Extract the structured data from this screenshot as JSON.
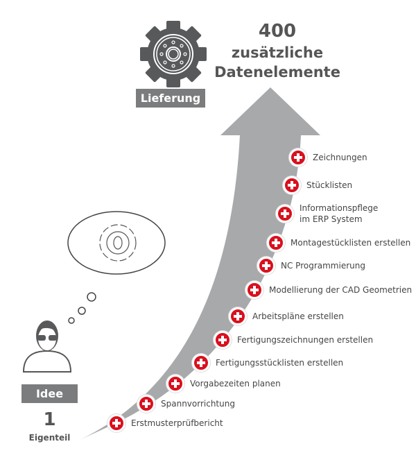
{
  "top": {
    "count": "400",
    "line1": "zusätzliche",
    "line2": "Datenelemente",
    "label": "Lieferung"
  },
  "bottom": {
    "label": "Idee",
    "count": "1",
    "unit": "Eigenteil"
  },
  "items": [
    {
      "label": "Zeichnungen"
    },
    {
      "label": "Stücklisten"
    },
    {
      "label": "Informationspflege",
      "label2": "im ERP System"
    },
    {
      "label": "Montagestücklisten erstellen"
    },
    {
      "label": "NC Programmierung"
    },
    {
      "label": "Modellierung der CAD Geometrien"
    },
    {
      "label": "Arbeitspläne erstellen"
    },
    {
      "label": "Fertigungszeichnungen erstellen"
    },
    {
      "label": "Fertigungsstücklisten erstellen"
    },
    {
      "label": "Vorgabezeiten planen"
    },
    {
      "label": "Spannvorrichtung"
    },
    {
      "label": "Erstmusterprüfbericht"
    }
  ],
  "colors": {
    "arrow": "#a7a9ab",
    "accent": "#d9101e",
    "dark": "#58595b"
  }
}
